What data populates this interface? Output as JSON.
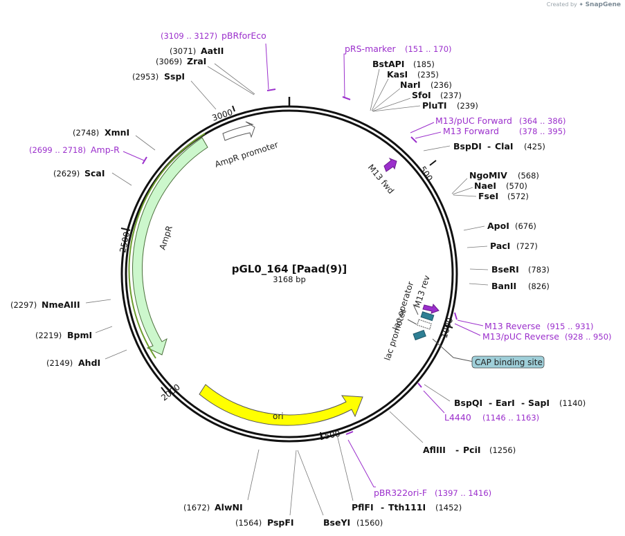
{
  "watermark": {
    "created_by": "Created by",
    "brand": "SnapGene"
  },
  "plasmid": {
    "name": "pGL0_164 [Paad(9)]",
    "length": "3168 bp"
  },
  "ticks": [
    "500",
    "1000",
    "1500",
    "2000",
    "2500",
    "3000"
  ],
  "features": {
    "ampr_promoter": "AmpR promoter",
    "ampr": "AmpR",
    "ori": "ori",
    "m13_fwd": "M13 fwd",
    "lac_operator": "lac operator",
    "m13_rev": "M13 rev",
    "lac_promoter": "lac promoter",
    "cap_site": "CAP binding site"
  },
  "enzymes": [
    {
      "id": "aatii",
      "pos": "(3071)",
      "name": "AatII"
    },
    {
      "id": "zrai",
      "pos": "(3069)",
      "name": "ZraI"
    },
    {
      "id": "sspi",
      "pos": "(2953)",
      "name": "SspI"
    },
    {
      "id": "xmni",
      "pos": "(2748)",
      "name": "XmnI"
    },
    {
      "id": "scai",
      "pos": "(2629)",
      "name": "ScaI"
    },
    {
      "id": "nmeaiii",
      "pos": "(2297)",
      "name": "NmeAIII"
    },
    {
      "id": "bpmi",
      "pos": "(2219)",
      "name": "BpmI"
    },
    {
      "id": "ahdi",
      "pos": "(2149)",
      "name": "AhdI"
    },
    {
      "id": "alwni",
      "pos": "(1672)",
      "name": "AlwNI"
    },
    {
      "id": "pspfi",
      "pos": "(1564)",
      "name": "PspFI"
    },
    {
      "id": "bseyi",
      "pos": "(1560)",
      "name": "BseYI"
    },
    {
      "id": "bstapi",
      "pos": "(185)",
      "name": "BstAPI"
    },
    {
      "id": "kasi",
      "pos": "(235)",
      "name": "KasI"
    },
    {
      "id": "nari",
      "pos": "(236)",
      "name": "NarI"
    },
    {
      "id": "sfoi",
      "pos": "(237)",
      "name": "SfoI"
    },
    {
      "id": "pluti",
      "pos": "(239)",
      "name": "PluTI"
    },
    {
      "id": "bspdi",
      "pos": "(425)",
      "name": "BspDI",
      "name2": "ClaI"
    },
    {
      "id": "ngomiv",
      "pos": "(568)",
      "name": "NgoMIV"
    },
    {
      "id": "naei",
      "pos": "(570)",
      "name": "NaeI"
    },
    {
      "id": "fsei",
      "pos": "(572)",
      "name": "FseI"
    },
    {
      "id": "apoi",
      "pos": "(676)",
      "name": "ApoI"
    },
    {
      "id": "paci",
      "pos": "(727)",
      "name": "PacI"
    },
    {
      "id": "bseri",
      "pos": "(783)",
      "name": "BseRI"
    },
    {
      "id": "banii",
      "pos": "(826)",
      "name": "BanII"
    },
    {
      "id": "bspqi",
      "pos": "(1140)",
      "name": "BspQI",
      "name2": "EarI",
      "name3": "SapI"
    },
    {
      "id": "aflii",
      "pos": "(1256)",
      "name": "AflIII",
      "name2": "PciI"
    },
    {
      "id": "pflfi",
      "pos": "(1452)",
      "name": "PflFI",
      "name2": "Tth111I"
    }
  ],
  "primers": [
    {
      "id": "pbrforeco",
      "range": "(3109 .. 3127)",
      "name": "pBRforEco"
    },
    {
      "id": "ampr_p",
      "range": "(2699 .. 2718)",
      "name": "Amp-R"
    },
    {
      "id": "prs",
      "name": "pRS-marker",
      "range": "(151 .. 170)"
    },
    {
      "id": "m13puc_f",
      "name": "M13/pUC Forward",
      "range": "(364 .. 386)"
    },
    {
      "id": "m13_f",
      "name": "M13 Forward",
      "range": "(378 .. 395)"
    },
    {
      "id": "m13_r",
      "name": "M13 Reverse",
      "range": "(915 .. 931)"
    },
    {
      "id": "m13puc_r",
      "name": "M13/pUC Reverse",
      "range": "(928 .. 950)"
    },
    {
      "id": "l4440",
      "name": "L4440",
      "range": "(1146 .. 1163)"
    },
    {
      "id": "pbr322",
      "name": "pBR322ori-F",
      "range": "(1397 .. 1416)"
    }
  ],
  "colors": {
    "primer": "#9b2fcc",
    "ampr_fill": "#ccf7cc",
    "ori_fill": "#ffff00",
    "cap_fill": "#9fcfd9",
    "lac_op": "#2e7f94",
    "m13_arrow": "#9b2fcc"
  }
}
